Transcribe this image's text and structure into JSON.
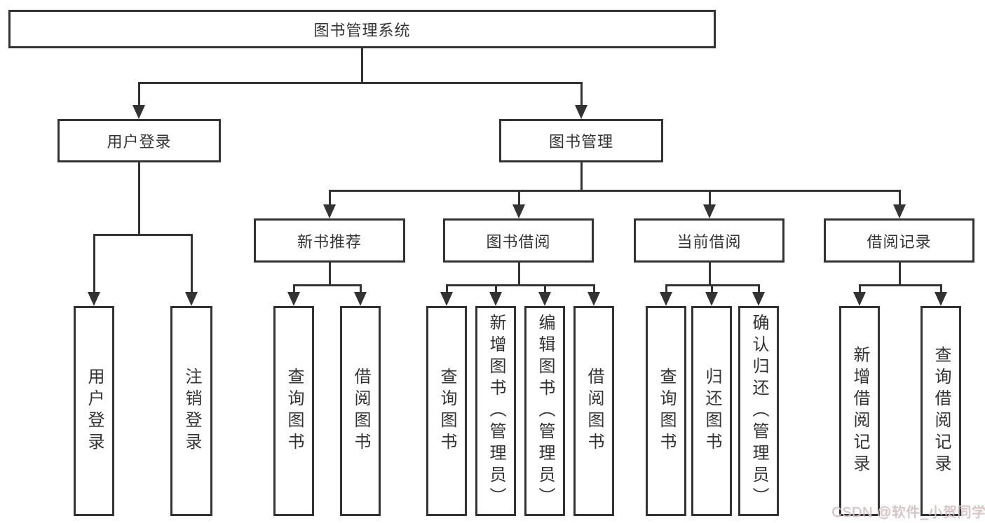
{
  "colors": {
    "line": "#333333",
    "text": "#333333",
    "watermark_text": "#c8c8c8"
  },
  "root": {
    "label": "图书管理系统"
  },
  "branches": [
    {
      "label": "用户登录",
      "children": [
        {
          "label": "用户登录"
        },
        {
          "label": "注销登录"
        }
      ]
    },
    {
      "label": "图书管理",
      "children": [
        {
          "label": "新书推荐",
          "children": [
            {
              "label": "查询图书"
            },
            {
              "label": "借阅图书"
            }
          ]
        },
        {
          "label": "图书借阅",
          "children": [
            {
              "label": "查询图书"
            },
            {
              "label": "新增图书（管理员）"
            },
            {
              "label": "编辑图书（管理员）"
            },
            {
              "label": "借阅图书"
            }
          ]
        },
        {
          "label": "当前借阅",
          "children": [
            {
              "label": "查询图书"
            },
            {
              "label": "归还图书"
            },
            {
              "label": "确认归还（管理员）"
            }
          ]
        },
        {
          "label": "借阅记录",
          "children": [
            {
              "label": "新增借阅记录"
            },
            {
              "label": "查询借阅记录"
            }
          ]
        }
      ]
    }
  ],
  "watermark": "CSDN @软件_小贺同学"
}
